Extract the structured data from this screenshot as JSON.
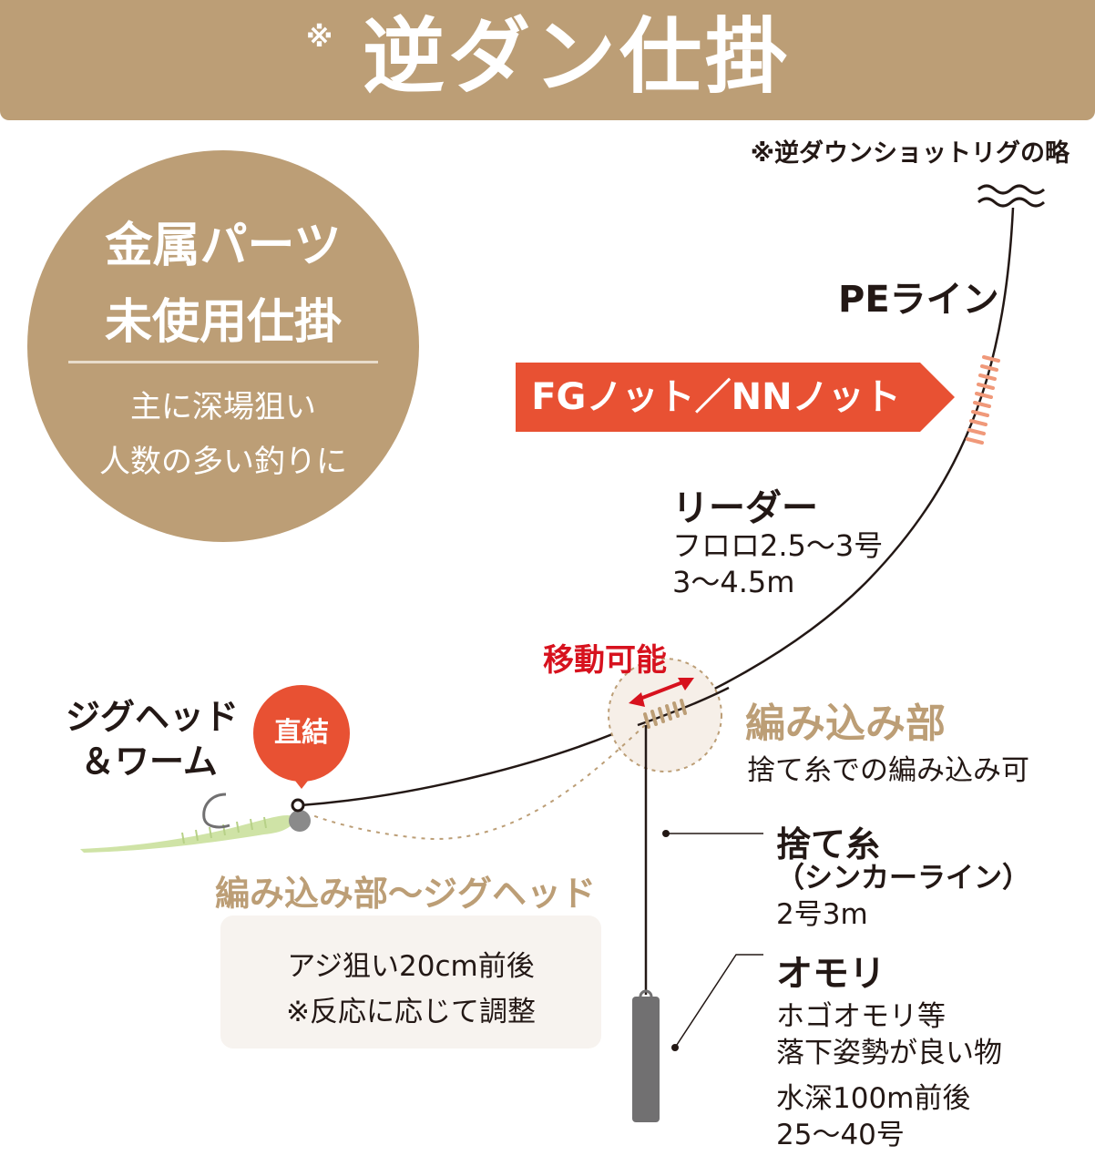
{
  "header": {
    "note_mark": "※",
    "title": "逆ダン仕掛"
  },
  "abbreviation_note": "※逆ダウンショットリグの略",
  "badge": {
    "line1": "金属パーツ",
    "line2": "未使用仕掛",
    "sub1": "主に深場狙い",
    "sub2": "人数の多い釣りに"
  },
  "pe_line": {
    "label": "PEライン"
  },
  "knot": {
    "label": "FGノット／NNノット"
  },
  "leader": {
    "title": "リーダー",
    "spec1": "フロロ2.5〜3号",
    "spec2": "3〜4.5m"
  },
  "braid": {
    "movable": "移動可能",
    "title": "編み込み部",
    "desc": "捨て糸での編み込み可"
  },
  "jighead": {
    "line1": "ジグヘッド",
    "line2": "＆ワーム",
    "direct": "直結"
  },
  "sute_ito": {
    "title": "捨て糸",
    "sub": "（シンカーライン）",
    "spec": "2号3m"
  },
  "omori": {
    "title": "オモリ",
    "d1": "ホゴオモリ等",
    "d2": "落下姿勢が良い物",
    "d3": "水深100m前後",
    "d4": "25〜40号"
  },
  "range": {
    "title": "編み込み部〜ジグヘッド",
    "note1": "アジ狙い20cm前後",
    "note2": "※反応に応じて調整"
  },
  "colors": {
    "tan": "#bc9e76",
    "orange_red": "#e85133",
    "red": "#d7121e",
    "line": "#231815",
    "worm": "#cfe3a6",
    "sinker": "#717071",
    "knot_pink": "#f0997a"
  }
}
